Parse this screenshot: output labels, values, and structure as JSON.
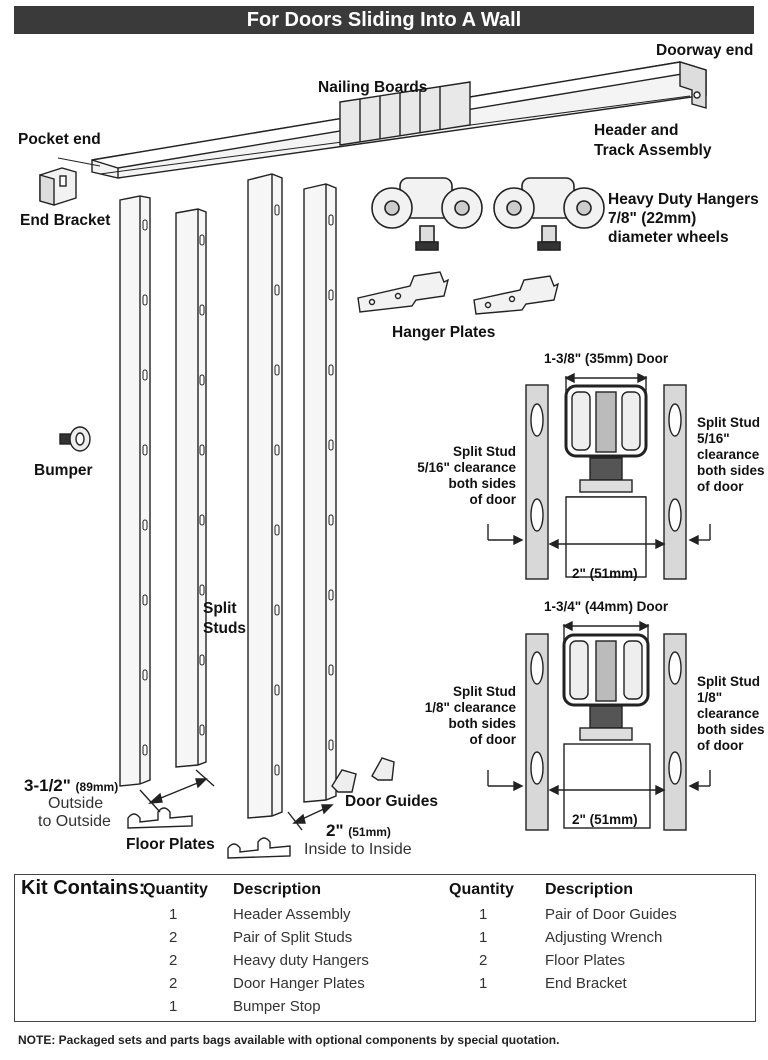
{
  "title": "For Doors Sliding Into A Wall",
  "labels": {
    "doorway_end": "Doorway end",
    "nailing_boards": "Nailing Boards",
    "pocket_end": "Pocket end",
    "header_track_1": "Header and",
    "header_track_2": "Track Assembly",
    "end_bracket": "End Bracket",
    "hangers_1": "Heavy Duty Hangers",
    "hangers_2": "7/8\" (22mm)",
    "hangers_3": "diameter wheels",
    "hanger_plates": "Hanger Plates",
    "bumper": "Bumper",
    "split_studs_1": "Split",
    "split_studs_2": "Studs",
    "outside_dim": "3-1/2\"",
    "outside_mm": "(89mm)",
    "outside_1": "Outside",
    "outside_2": "to Outside",
    "floor_plates": "Floor Plates",
    "door_guides": "Door Guides",
    "inside_dim": "2\"",
    "inside_mm": "(51mm)",
    "inside_text": "Inside to Inside"
  },
  "detail_top": {
    "door": "1-3/8\" (35mm) Door",
    "left_1": "Split Stud",
    "left_2": "5/16\" clearance",
    "left_3": "both sides",
    "left_4": "of door",
    "right_1": "Split Stud",
    "right_2": "5/16\"",
    "right_3": "clearance",
    "right_4": "both sides",
    "right_5": "of door",
    "width": "2\" (51mm)"
  },
  "detail_bottom": {
    "door": "1-3/4\" (44mm) Door",
    "left_1": "Split Stud",
    "left_2": "1/8\" clearance",
    "left_3": "both sides",
    "left_4": "of door",
    "right_1": "Split Stud",
    "right_2": "1/8\"",
    "right_3": "clearance",
    "right_4": "both sides",
    "right_5": "of door",
    "width": "2\" (51mm)"
  },
  "kit": {
    "title": "Kit Contains:",
    "headers": [
      "Quantity",
      "Description",
      "Quantity",
      "Description"
    ],
    "left": [
      {
        "qty": "1",
        "desc": "Header Assembly"
      },
      {
        "qty": "2",
        "desc": "Pair of Split Studs"
      },
      {
        "qty": "2",
        "desc": "Heavy duty Hangers"
      },
      {
        "qty": "2",
        "desc": "Door Hanger Plates"
      },
      {
        "qty": "1",
        "desc": "Bumper Stop"
      }
    ],
    "right": [
      {
        "qty": "1",
        "desc": "Pair of Door Guides"
      },
      {
        "qty": "1",
        "desc": "Adjusting Wrench"
      },
      {
        "qty": "2",
        "desc": "Floor Plates"
      },
      {
        "qty": "1",
        "desc": "End Bracket"
      }
    ]
  },
  "note": "NOTE:  Packaged sets and parts bags available with optional components by special quotation."
}
